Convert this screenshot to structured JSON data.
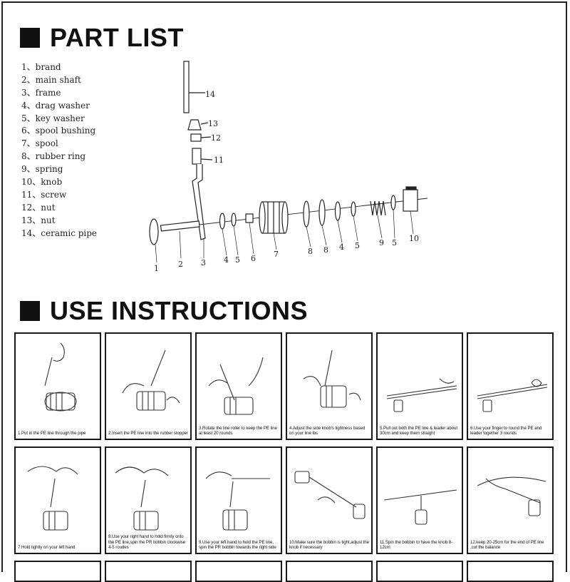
{
  "part_list": {
    "heading": "PART LIST",
    "items": [
      "1、brand",
      "2、main shaft",
      "3、frame",
      "4、drag washer",
      "5、key washer",
      "6、spool bushing",
      "7、spool",
      "8、rubber ring",
      "9、spring",
      "10、knob",
      "11、screw",
      "12、nut",
      "13、nut",
      "14、ceramic pipe"
    ],
    "diagram_labels": {
      "bottom": [
        "1",
        "2",
        "3",
        "4",
        "5",
        "6",
        "7",
        "8",
        "8",
        "4",
        "5",
        "9",
        "5",
        "10"
      ],
      "upper": [
        "14",
        "13",
        "12",
        "11"
      ]
    }
  },
  "use_instructions": {
    "heading": "USE INSTRUCTIONS",
    "steps": [
      "1.Put in the PE line through the pipe",
      "2.Insert the PE line into the rubber stopper",
      "3.Rotate the line roller to keep the PE line at least 20 rounds",
      "4.Adjust the side knob's tightness based on your line lbs",
      "5.Pull out both the PE line & leader about 30cm and keep them straight",
      "6.Use your finger to round the PE and leader together 3 rounds",
      "7.Hold tightly on your left hand",
      "8.Use your right hand to hold firmly onto the PE line,spin the PR bobbin clockwise 4-5 roudes",
      "9.Use your left hand to hold the PE line, spin the PR bobbin towards the right side",
      "10.Make sure the bobbin is tight,adjust the knob if necessary",
      "11.Spin the bobbin to have the knob 8-12cm",
      "12.keep 20-25cm for the end of PE line ,cut the balance"
    ]
  }
}
